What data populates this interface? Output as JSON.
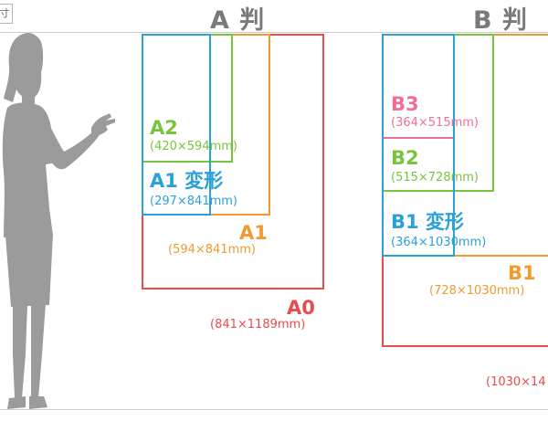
{
  "corner_tag": "寸",
  "headings": {
    "a_series": "A 判",
    "b_series": "B 判"
  },
  "colors": {
    "a0": "#e94b4f",
    "a1": "#f19a2f",
    "a2": "#79c43d",
    "a1v": "#2ba0d9",
    "b1": "#f19a2f",
    "b2": "#79c43d",
    "b3": "#ee6f9a",
    "b1v": "#2ba0d9",
    "b0": "#e94b4f",
    "silhouette": "#9b9b9b",
    "heading": "#7a7a7a"
  },
  "a_series": {
    "a0": {
      "name": "A0",
      "size": "(841×1189mm)"
    },
    "a1": {
      "name": "A1",
      "size": "(594×841mm)"
    },
    "a2": {
      "name": "A2",
      "size": "(420×594mm)"
    },
    "a1_variant": {
      "name": "A1 変形",
      "size": "(297×841mm)"
    }
  },
  "b_series": {
    "b0": {
      "size": "(1030×14"
    },
    "b1": {
      "name": "B1",
      "size": "(728×1030mm)"
    },
    "b2": {
      "name": "B2",
      "size": "(515×728mm)"
    },
    "b3": {
      "name": "B3",
      "size": "(364×515mm)"
    },
    "b1_variant": {
      "name": "B1 変形",
      "size": "(364×1030mm)"
    }
  }
}
